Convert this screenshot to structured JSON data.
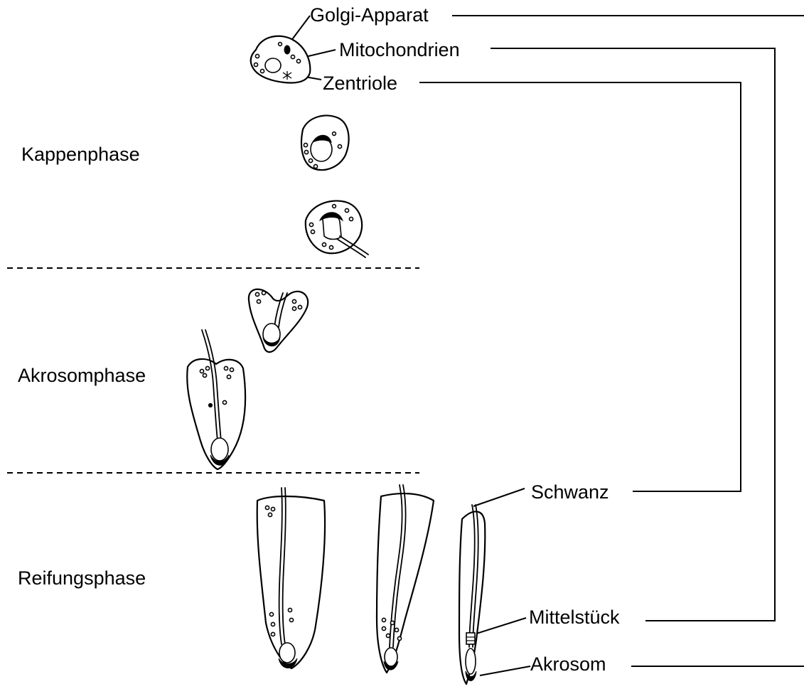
{
  "phases": {
    "kappen": "Kappenphase",
    "akrosom": "Akrosomphase",
    "reifung": "Reifungsphase"
  },
  "labels": {
    "golgi": "Golgi-Apparat",
    "mitochondrien": "Mitochondrien",
    "zentriole": "Zentriole",
    "schwanz": "Schwanz",
    "mittelstueck": "Mittelstück",
    "akrosom": "Akrosom"
  }
}
